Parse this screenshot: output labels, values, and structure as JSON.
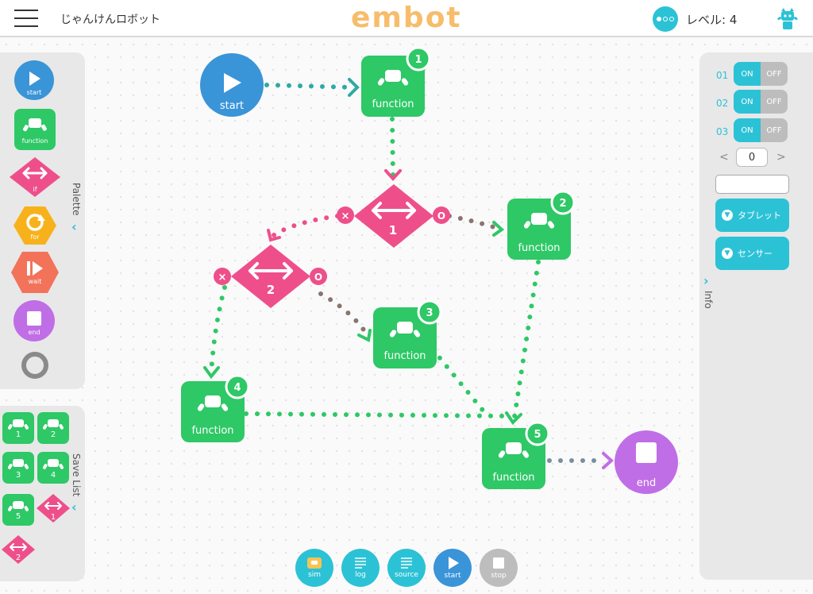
{
  "header": {
    "title": "じゃんけんロボット",
    "logo": "embot",
    "level": "レベル: 4"
  },
  "palette": {
    "tab_label": "Palette",
    "items": [
      {
        "label": "start",
        "icon": "play-icon",
        "color": "#3a94d8"
      },
      {
        "label": "function",
        "icon": "robot-icon",
        "color": "#2ec866"
      },
      {
        "label": "if",
        "icon": "double-arrow-icon",
        "color": "#ee4f8b"
      },
      {
        "label": "for",
        "icon": "loop-icon",
        "color": "#f7b21b"
      },
      {
        "label": "wait",
        "icon": "pause-play-icon",
        "color": "#f2735a"
      },
      {
        "label": "end",
        "icon": "stop-icon",
        "color": "#c06ee6"
      },
      {
        "label": "",
        "icon": "ring-icon",
        "color": "#999999"
      }
    ]
  },
  "savelist": {
    "tab_label": "Save List",
    "items": [
      {
        "label": "1",
        "type": "function"
      },
      {
        "label": "2",
        "type": "function"
      },
      {
        "label": "3",
        "type": "function"
      },
      {
        "label": "4",
        "type": "function"
      },
      {
        "label": "5",
        "type": "function"
      },
      {
        "label": "1",
        "type": "if"
      },
      {
        "label": "2",
        "type": "if"
      }
    ]
  },
  "info": {
    "tab_label": "Info",
    "toggles": [
      {
        "num": "01",
        "on": "ON",
        "off": "OFF",
        "state": "on"
      },
      {
        "num": "02",
        "on": "ON",
        "off": "OFF",
        "state": "on"
      },
      {
        "num": "03",
        "on": "ON",
        "off": "OFF",
        "state": "on"
      }
    ],
    "stepper_value": "0",
    "stepper_prev": "<",
    "stepper_next": ">",
    "text_value": "",
    "buttons": [
      "タブレット",
      "センサー"
    ]
  },
  "program": {
    "start_label": "start",
    "end_label": "end",
    "function_label": "function",
    "functions": [
      "1",
      "2",
      "3",
      "4",
      "5"
    ],
    "branches": [
      "1",
      "2"
    ],
    "false_marker": "×",
    "true_marker": "O"
  },
  "toolbar": {
    "buttons": [
      {
        "label": "sim",
        "color": "#2cc2d6"
      },
      {
        "label": "log",
        "color": "#2cc2d6"
      },
      {
        "label": "source",
        "color": "#2cc2d6"
      },
      {
        "label": "start",
        "color": "#3a94d8"
      },
      {
        "label": "stop",
        "color": "#bdbdbd"
      }
    ]
  },
  "colors": {
    "accent": "#2cc2d6",
    "function_green": "#2ec866",
    "if_pink": "#ee4f8b",
    "start_blue": "#3a94d8",
    "end_purple": "#c06ee6"
  }
}
